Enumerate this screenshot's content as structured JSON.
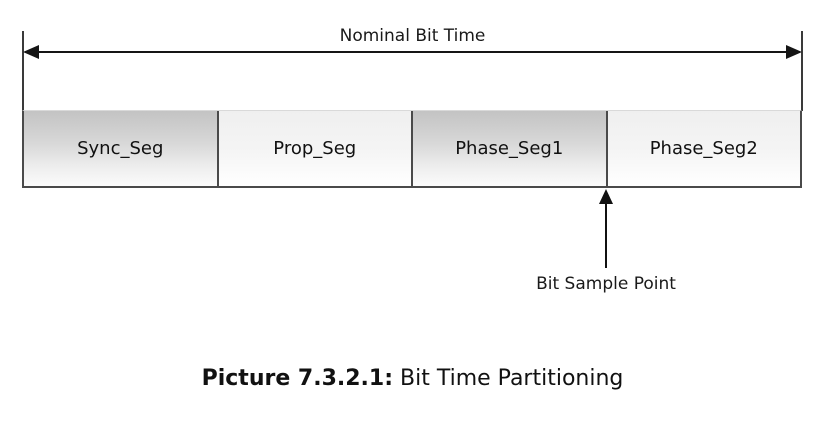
{
  "diagram": {
    "top_arrow": {
      "label": "Nominal Bit Time"
    },
    "segments": [
      {
        "label": "Sync_Seg",
        "shade": "dark"
      },
      {
        "label": "Prop_Seg",
        "shade": "light"
      },
      {
        "label": "Phase_Seg1",
        "shade": "dark"
      },
      {
        "label": "Phase_Seg2",
        "shade": "light"
      }
    ],
    "sample_point": {
      "label": "Bit Sample Point"
    },
    "caption": {
      "bold": "Picture 7.3.2.1:",
      "rest": "Bit Time Partitioning"
    }
  },
  "colors": {
    "background": "#ffffff",
    "line": "#151515",
    "tick": "#3a3a3a",
    "box_border": "#4a4a4a",
    "segment_dark_gradient_top": "#c3c3c3",
    "segment_dark_gradient_bottom": "#fbfbfb",
    "segment_light_gradient_top": "#efefef",
    "segment_light_gradient_bottom": "#ffffff",
    "text": "#111111"
  }
}
